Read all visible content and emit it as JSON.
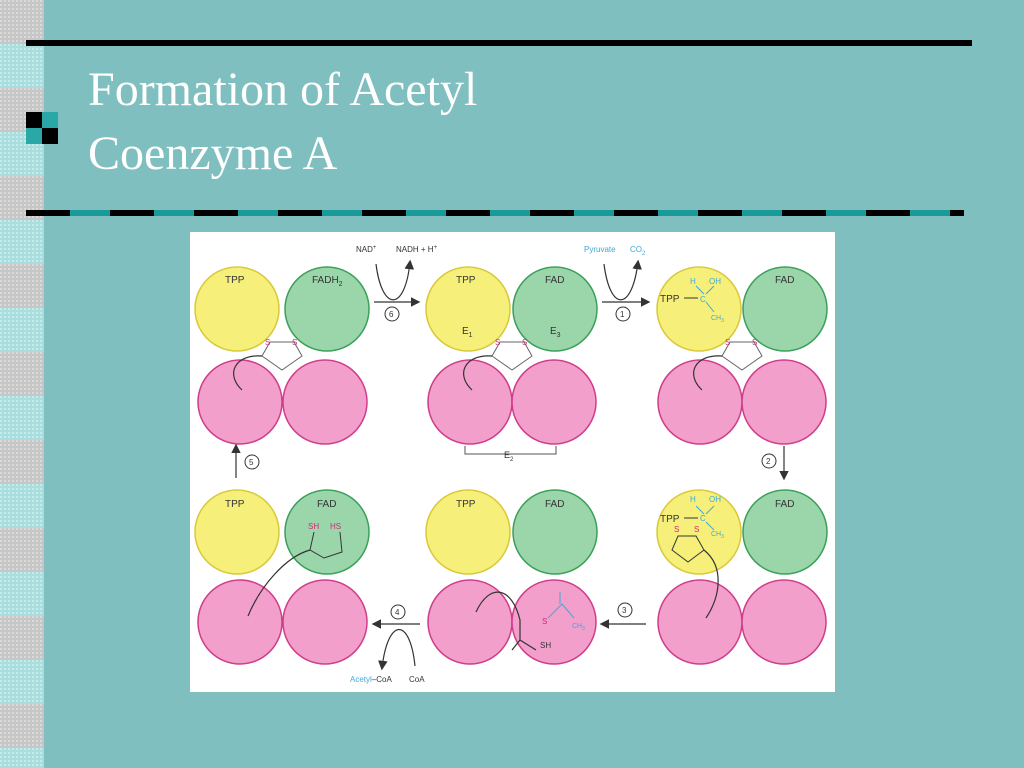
{
  "slide": {
    "title_line1": "Formation of Acetyl",
    "title_line2": "Coenzyme A"
  },
  "colors": {
    "background": "#80bfbf",
    "tpp_fill": "#f6f07a",
    "fad_fill": "#9bd6aa",
    "lipoyl_fill": "#f29fcb",
    "substrate_text": "#3fa9d8",
    "sulfur_text": "#d0287a"
  },
  "diagram": {
    "labels": {
      "tpp": "TPP",
      "fad": "FAD",
      "fadh2": "FADH",
      "fadh2_sub": "2",
      "e1": "E",
      "e1_sub": "1",
      "e3": "E",
      "e3_sub": "3",
      "e2": "E",
      "e2_sub": "2",
      "s": "S",
      "sh": "SH",
      "hs": "HS",
      "h": "H",
      "oh": "OH",
      "c": "C",
      "ch3": "CH",
      "ch3_sub": "3",
      "tpp_dash": "TPP"
    },
    "steps": {
      "s1": "1",
      "s2": "2",
      "s3": "3",
      "s4": "4",
      "s5": "5",
      "s6": "6"
    },
    "reagents": {
      "nad": "NAD",
      "nad_sup": "+",
      "nadh": "NADH + H",
      "nadh_sup": "+",
      "pyruvate": "Pyruvate",
      "co2": "CO",
      "co2_sub": "2",
      "acetyl": "Acetyl",
      "coa_link": "–CoA",
      "coa": "CoA"
    }
  }
}
